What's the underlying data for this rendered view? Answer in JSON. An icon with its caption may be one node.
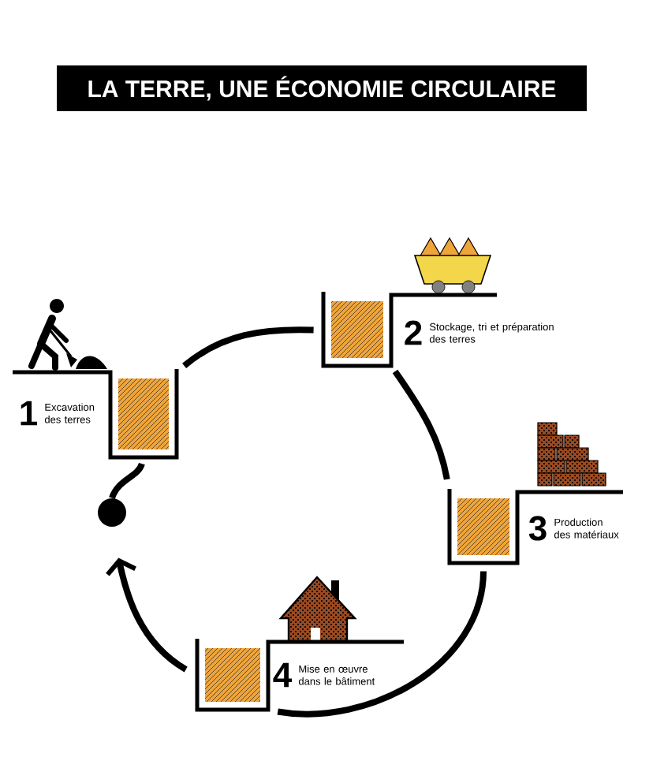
{
  "diagram": {
    "title": "LA TERRE, UNE ÉCONOMIE CIRCULAIRE",
    "nodes": [
      {
        "text": [
          "1",
          "Excavation des terres"
        ]
      },
      {
        "text": [
          "2",
          "Stockage, tri et préparation des terres"
        ]
      },
      {
        "text": [
          "3",
          "Production des matériaux"
        ]
      },
      {
        "text": [
          "4",
          "Mise en œuvre dans le bâtiment"
        ]
      },
      {
        "text": [],
        "shape": "circle"
      }
    ],
    "edges": [
      {
        "from": 4,
        "to": 0,
        "arrow": "none"
      },
      {
        "from": 0,
        "to": 1,
        "arrow": "none"
      },
      {
        "from": 1,
        "to": 2,
        "arrow": "none"
      },
      {
        "from": 2,
        "to": 3,
        "arrow": "none"
      },
      {
        "from": 3,
        "to": 4,
        "arrow": "to"
      }
    ]
  }
}
